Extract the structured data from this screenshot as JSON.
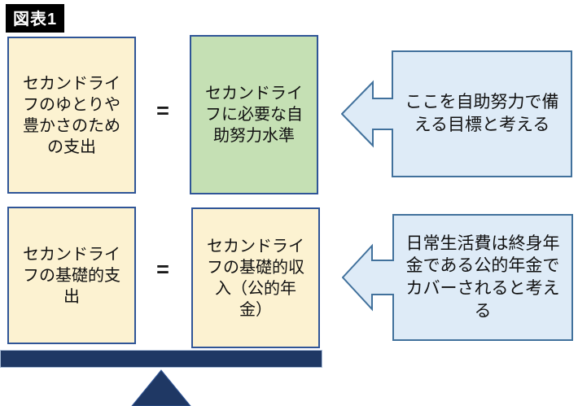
{
  "figure_label": "図表1",
  "colors": {
    "cream_fill": "#FCF2D1",
    "green_fill": "#C5E0B4",
    "blue_fill": "#DEEBF7",
    "box_border": "#2F5597",
    "callout_border": "#41719C",
    "beam_navy": "#1F3864",
    "label_bg": "#000000",
    "label_text": "#FFFFFF"
  },
  "icons": {
    "callout_arrow": "left-block-arrow",
    "fulcrum": "triangle-up"
  },
  "rows": [
    {
      "left_box": "セカンドライフのゆとりや豊かさのための支出",
      "equals": "=",
      "center_box": "セカンドライフに必要な自助努力水準",
      "callout": "ここを自助努力で備える目標と考える"
    },
    {
      "left_box": "セカンドライフの基礎的支出",
      "equals": "=",
      "center_box": "セカンドライフの基礎的収入（公的年金）",
      "callout": "日常生活費は終身年金である公的年金でカバーされると考える"
    }
  ]
}
